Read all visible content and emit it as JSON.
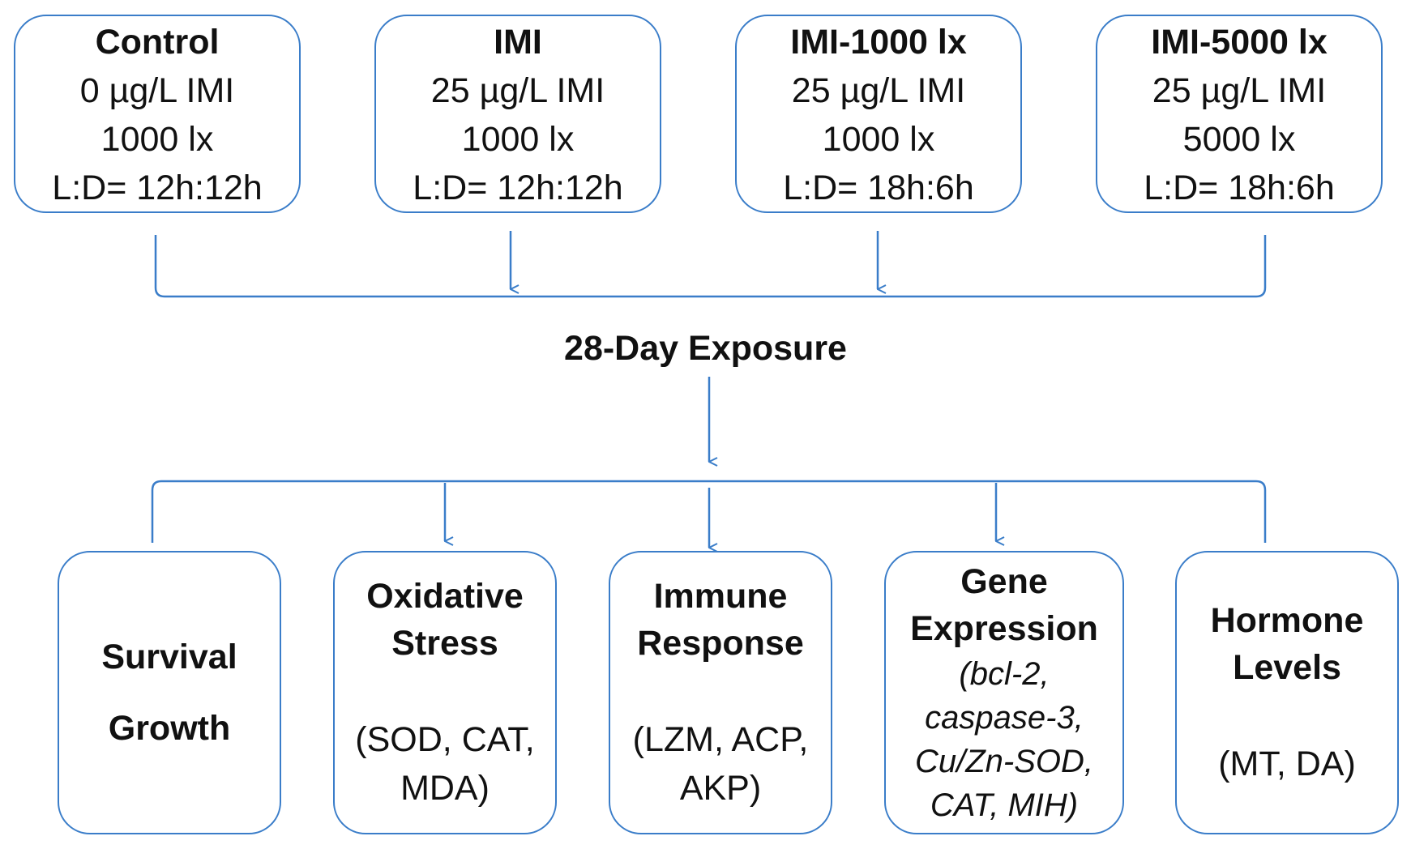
{
  "groups": [
    {
      "title": "Control",
      "concentration": "0 µg/L IMI",
      "light": "1000 lx",
      "photoperiod": "L:D= 12h:12h"
    },
    {
      "title": "IMI",
      "concentration": "25 µg/L IMI",
      "light": "1000 lx",
      "photoperiod": "L:D= 12h:12h"
    },
    {
      "title": "IMI-1000 lx",
      "concentration": "25 µg/L IMI",
      "light": "1000 lx",
      "photoperiod": "L:D= 18h:6h"
    },
    {
      "title": "IMI-5000 lx",
      "concentration": "25 µg/L IMI",
      "light": "5000 lx",
      "photoperiod": "L:D= 18h:6h"
    }
  ],
  "exposure_label": "28-Day Exposure",
  "endpoints": {
    "survival": {
      "line1": "Survival",
      "line2": "Growth"
    },
    "oxidative": {
      "title1": "Oxidative",
      "title2": "Stress",
      "detail1": "(SOD, CAT,",
      "detail2": "MDA)"
    },
    "immune": {
      "title1": "Immune",
      "title2": "Response",
      "detail1": "(LZM, ACP,",
      "detail2": "AKP)"
    },
    "gene": {
      "title1": "Gene",
      "title2": "Expression",
      "detail1": "(bcl-2,",
      "detail2": "caspase-3,",
      "detail3": "Cu/Zn-SOD,",
      "detail4": "CAT, MIH)"
    },
    "hormone": {
      "title1": "Hormone",
      "title2": "Levels",
      "detail1": "(MT, DA)"
    }
  },
  "colors": {
    "stroke": "#3a7dc9",
    "text": "#111111"
  }
}
